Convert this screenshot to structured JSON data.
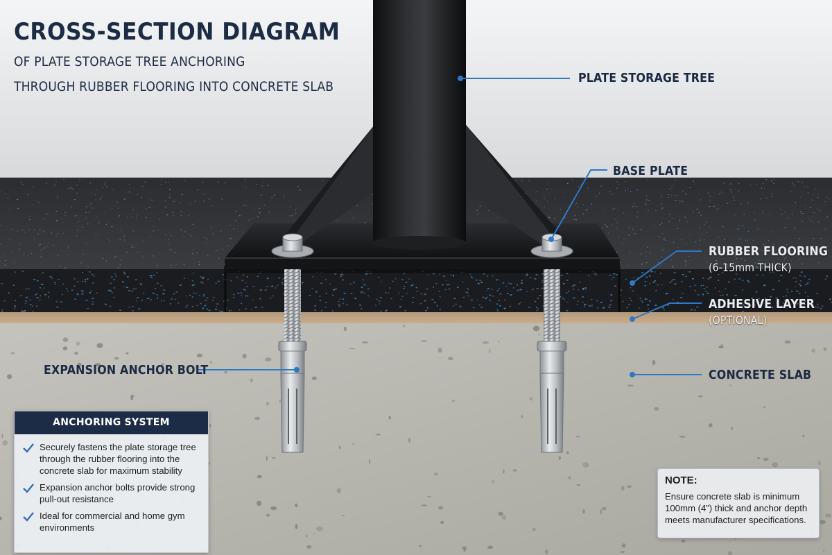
{
  "title": {
    "main": "CROSS-SECTION DIAGRAM",
    "line1": "OF PLATE STORAGE TREE ANCHORING",
    "line2": "THROUGH RUBBER FLOORING INTO CONCRETE SLAB"
  },
  "labels": {
    "tree": "PLATE STORAGE TREE",
    "base_plate": "BASE PLATE",
    "rubber": "RUBBER FLOORING",
    "rubber_sub": "(6-15mm THICK)",
    "adhesive": "ADHESIVE LAYER",
    "adhesive_sub": "(OPTIONAL)",
    "concrete": "CONCRETE SLAB",
    "bolt": "EXPANSION ANCHOR BOLT"
  },
  "anchoring": {
    "title": "ANCHORING SYSTEM",
    "items": [
      "Securely fastens the plate storage tree through the rubber flooring into the concrete slab for maximum stability",
      "Expansion anchor bolts provide strong pull-out resistance",
      "Ideal for commercial and home gym environments"
    ]
  },
  "note": {
    "title": "NOTE:",
    "text": "Ensure concrete slab is minimum 100mm (4”) thick and anchor depth meets manufacturer specifications."
  },
  "colors": {
    "navy": "#1c2c46",
    "leader": "#2f78c4",
    "check": "#2f6fb5",
    "rubber": "#1d1f22",
    "concrete": "#bdbcb6"
  },
  "icons": [
    "check-icon"
  ]
}
